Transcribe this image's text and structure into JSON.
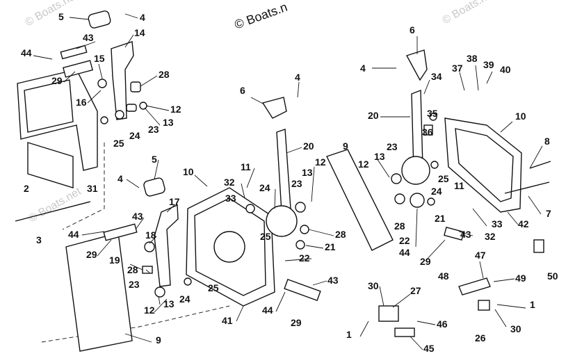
{
  "watermark": {
    "main": "© Boats.n",
    "faint_left": "© Boats.net",
    "faint_right": "© Boats.ne",
    "faint_mid": "© Boats.net"
  },
  "callouts": {
    "n1": "1",
    "n2": "2",
    "n3": "3",
    "n4": "4",
    "n5": "5",
    "n6": "6",
    "n7": "7",
    "n8": "8",
    "n9": "9",
    "n10": "10",
    "n11": "11",
    "n12": "12",
    "n13": "13",
    "n14": "14",
    "n15": "15",
    "n16": "16",
    "n17": "17",
    "n18": "18",
    "n19": "19",
    "n20": "20",
    "n21": "21",
    "n22": "22",
    "n23": "23",
    "n24": "24",
    "n25": "25",
    "n26": "26",
    "n27": "27",
    "n28": "28",
    "n29": "29",
    "n30": "30",
    "n31": "31",
    "n32": "32",
    "n33": "33",
    "n34": "34",
    "n35": "35",
    "n36": "36",
    "n37": "37",
    "n38": "38",
    "n39": "39",
    "n40": "40",
    "n41": "41",
    "n42": "42",
    "n43": "43",
    "n44": "44",
    "n45": "45",
    "n46": "46",
    "n47": "47",
    "n48": "48",
    "n49": "49",
    "n50": "50"
  }
}
